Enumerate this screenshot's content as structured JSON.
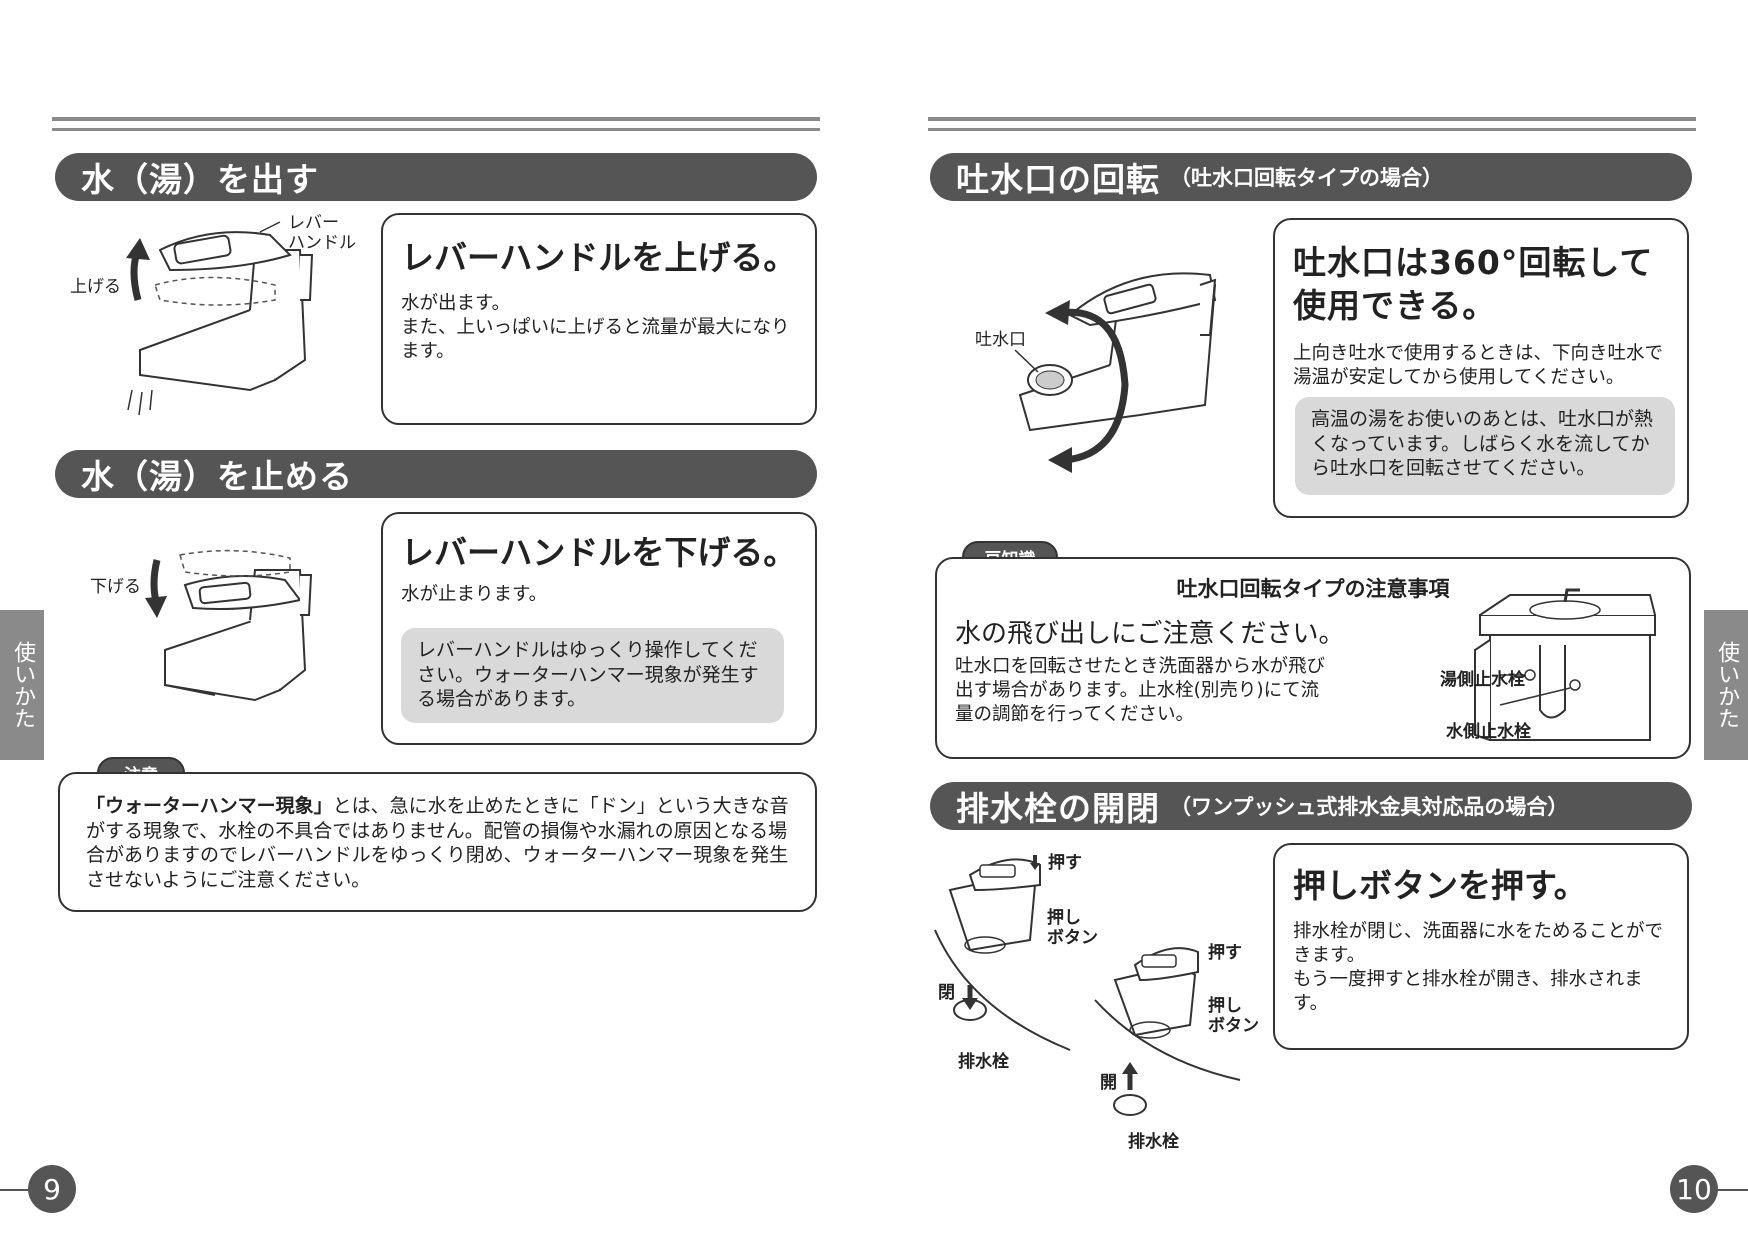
{
  "side_tab": "使いかた",
  "left": {
    "page_number": "9",
    "sec1": {
      "title": "水（湯）を出す",
      "heading": "レバーハンドルを上げる。",
      "body1": "水が出ます。",
      "body2": "また、上いっぱいに上げると流量が最大になります。",
      "label_lever": "レバー\nハンドル",
      "label_up": "上げる"
    },
    "sec2": {
      "title": "水（湯）を止める",
      "heading": "レバーハンドルを下げる。",
      "body": "水が止まります。",
      "note": "レバーハンドルはゆっくり操作してください。ウォーターハンマー現象が発生する場合があります。",
      "label_down": "下げる"
    },
    "caution": {
      "tag": "注意",
      "bold": "「ウォーターハンマー現象」",
      "text": "とは、急に水を止めたときに「ドン」という大きな音がする現象で、水栓の不具合ではありません。配管の損傷や水漏れの原因となる場合がありますのでレバーハンドルをゆっくり閉め、ウォーターハンマー現象を発生させないようにご注意ください。"
    }
  },
  "right": {
    "page_number": "10",
    "sec3": {
      "title": "吐水口の回転",
      "subtitle": "（吐水口回転タイプの場合）",
      "heading": "吐水口は360°回転して使用できる。",
      "body": "上向き吐水で使用するときは、下向き吐水で湯温が安定してから使用してください。",
      "note": "高温の湯をお使いのあとは、吐水口が熱くなっています。しばらく水を流してから吐水口を回転させてください。",
      "label_spout": "吐水口"
    },
    "tip": {
      "tag": "豆知識",
      "title": "吐水口回転タイプの注意事項",
      "heading": "水の飛び出しにご注意ください。",
      "body": "吐水口を回転させたとき洗面器から水が飛び出す場合があります。止水栓(別売り)にて流量の調節を行ってください。",
      "label_hot": "湯側止水栓",
      "label_cold": "水側止水栓"
    },
    "sec4": {
      "title": "排水栓の開閉",
      "subtitle": "（ワンプッシュ式排水金具対応品の場合）",
      "heading": "押しボタンを押す。",
      "body1": "排水栓が閉じ、洗面器に水をためることができます。",
      "body2": "もう一度押すと排水栓が開き、排水されます。",
      "label_push": "押す",
      "label_button": "押し\nボタン",
      "label_close": "閉",
      "label_open": "開",
      "label_drain": "排水栓"
    }
  }
}
